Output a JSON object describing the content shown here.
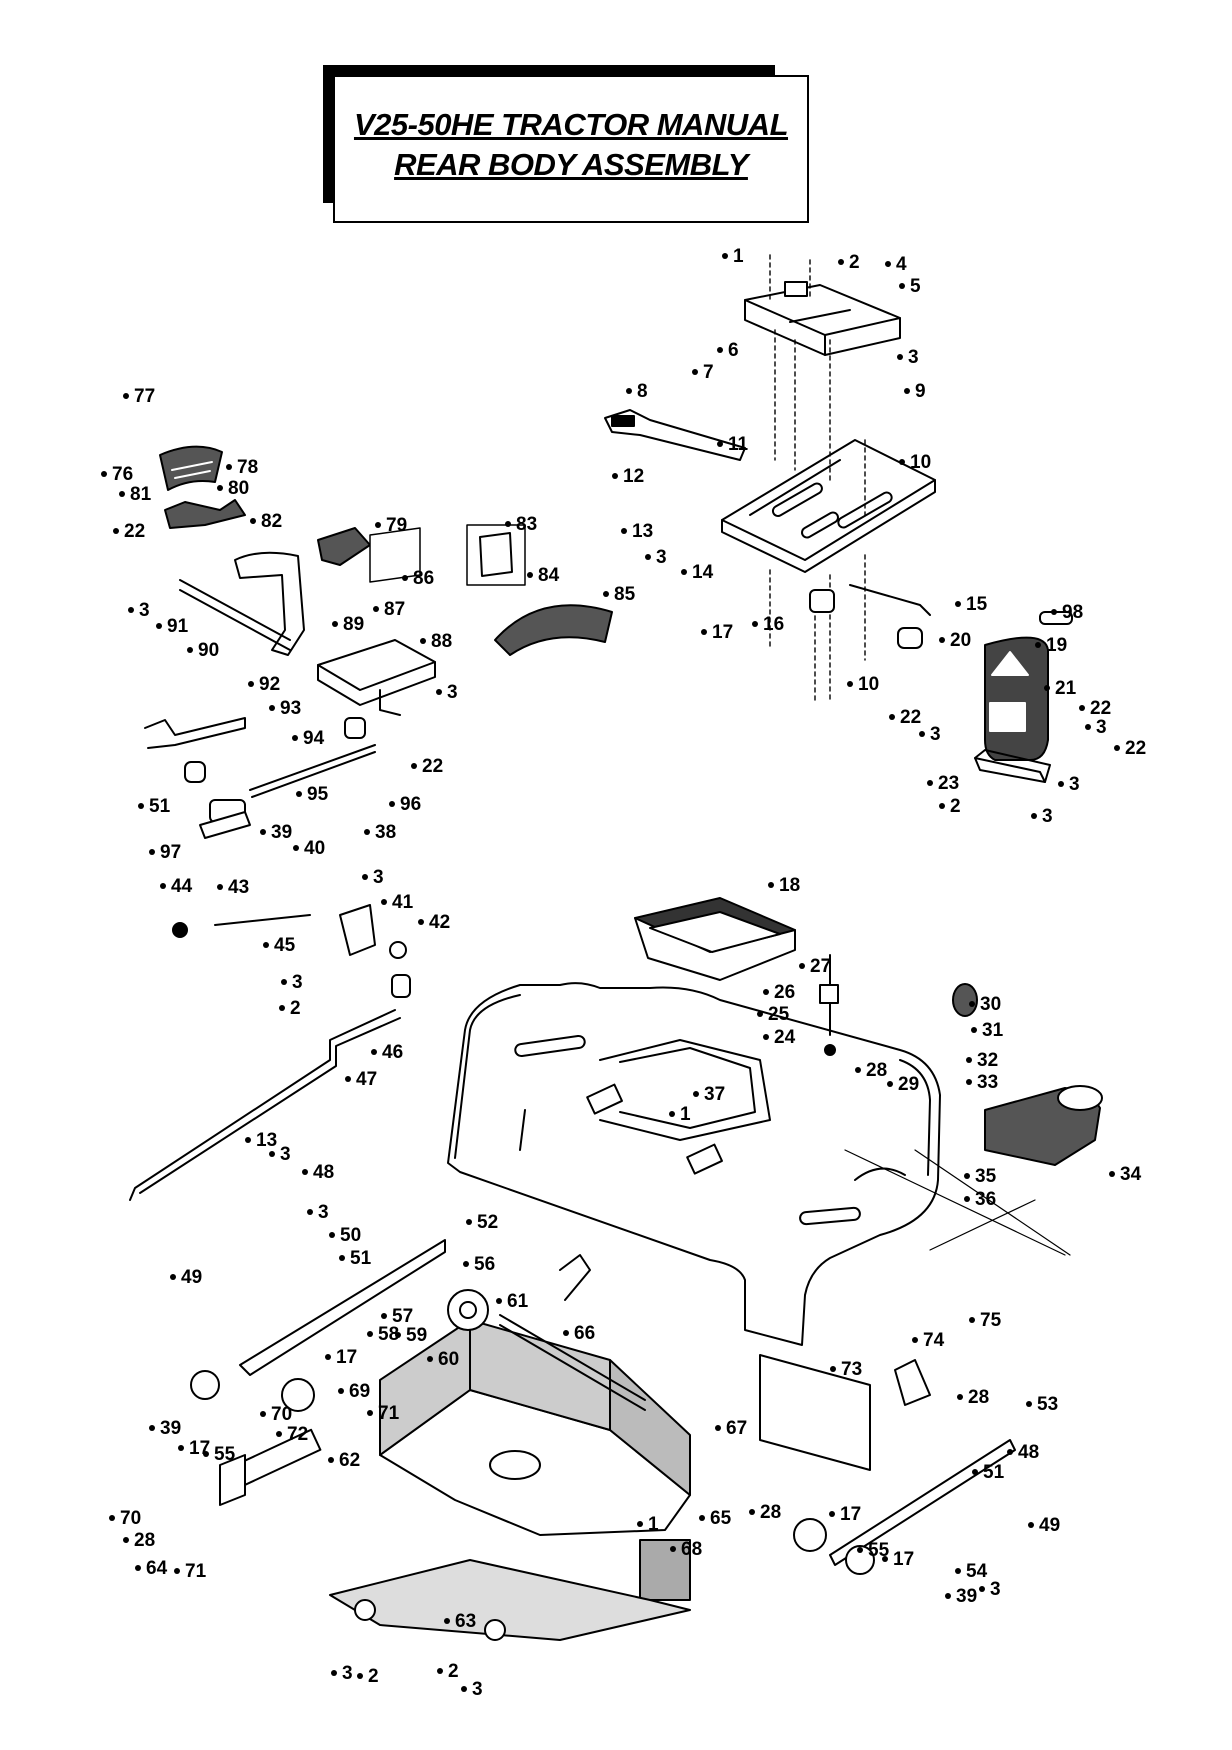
{
  "title": {
    "line1": "V25-50HE TRACTOR MANUAL",
    "line2": "REAR BODY ASSEMBLY"
  },
  "callouts": [
    {
      "id": "c1a",
      "text": "1"
    },
    {
      "id": "c2a",
      "text": "2"
    },
    {
      "id": "c4",
      "text": "4"
    },
    {
      "id": "c5",
      "text": "5"
    },
    {
      "id": "c6",
      "text": "6"
    },
    {
      "id": "c7",
      "text": "7"
    },
    {
      "id": "c3a",
      "text": "3"
    },
    {
      "id": "c8",
      "text": "8"
    },
    {
      "id": "c9",
      "text": "9"
    },
    {
      "id": "c11",
      "text": "11"
    },
    {
      "id": "c10a",
      "text": "10"
    },
    {
      "id": "c12",
      "text": "12"
    },
    {
      "id": "c13a",
      "text": "13"
    },
    {
      "id": "c3b",
      "text": "3"
    },
    {
      "id": "c14",
      "text": "14"
    },
    {
      "id": "c15",
      "text": "15"
    },
    {
      "id": "c16",
      "text": "16"
    },
    {
      "id": "c17a",
      "text": "17"
    },
    {
      "id": "c98",
      "text": "98"
    },
    {
      "id": "c20",
      "text": "20"
    },
    {
      "id": "c19",
      "text": "19"
    },
    {
      "id": "c10b",
      "text": "10"
    },
    {
      "id": "c21",
      "text": "21"
    },
    {
      "id": "c22a",
      "text": "22"
    },
    {
      "id": "c3c",
      "text": "3"
    },
    {
      "id": "c22b",
      "text": "22"
    },
    {
      "id": "c3d",
      "text": "3"
    },
    {
      "id": "c22c",
      "text": "22"
    },
    {
      "id": "c23",
      "text": "23"
    },
    {
      "id": "c3e",
      "text": "3"
    },
    {
      "id": "c2b",
      "text": "2"
    },
    {
      "id": "c3f",
      "text": "3"
    },
    {
      "id": "c77",
      "text": "77"
    },
    {
      "id": "c76",
      "text": "76"
    },
    {
      "id": "c78",
      "text": "78"
    },
    {
      "id": "c81",
      "text": "81"
    },
    {
      "id": "c80",
      "text": "80"
    },
    {
      "id": "c82",
      "text": "82"
    },
    {
      "id": "c22d",
      "text": "22"
    },
    {
      "id": "c79",
      "text": "79"
    },
    {
      "id": "c83",
      "text": "83"
    },
    {
      "id": "c84",
      "text": "84"
    },
    {
      "id": "c86",
      "text": "86"
    },
    {
      "id": "c87",
      "text": "87"
    },
    {
      "id": "c85",
      "text": "85"
    },
    {
      "id": "c3g",
      "text": "3"
    },
    {
      "id": "c91",
      "text": "91"
    },
    {
      "id": "c90",
      "text": "90"
    },
    {
      "id": "c89",
      "text": "89"
    },
    {
      "id": "c88",
      "text": "88"
    },
    {
      "id": "c92",
      "text": "92"
    },
    {
      "id": "c93",
      "text": "93"
    },
    {
      "id": "c3h",
      "text": "3"
    },
    {
      "id": "c94",
      "text": "94"
    },
    {
      "id": "c22e",
      "text": "22"
    },
    {
      "id": "c51a",
      "text": "51"
    },
    {
      "id": "c95",
      "text": "95"
    },
    {
      "id": "c96",
      "text": "96"
    },
    {
      "id": "c97",
      "text": "97"
    },
    {
      "id": "c39a",
      "text": "39"
    },
    {
      "id": "c38",
      "text": "38"
    },
    {
      "id": "c40",
      "text": "40"
    },
    {
      "id": "c3i",
      "text": "3"
    },
    {
      "id": "c44",
      "text": "44"
    },
    {
      "id": "c43",
      "text": "43"
    },
    {
      "id": "c41",
      "text": "41"
    },
    {
      "id": "c42",
      "text": "42"
    },
    {
      "id": "c45",
      "text": "45"
    },
    {
      "id": "c3j",
      "text": "3"
    },
    {
      "id": "c2c",
      "text": "2"
    },
    {
      "id": "c46",
      "text": "46"
    },
    {
      "id": "c47",
      "text": "47"
    },
    {
      "id": "c18",
      "text": "18"
    },
    {
      "id": "c27",
      "text": "27"
    },
    {
      "id": "c26",
      "text": "26"
    },
    {
      "id": "c25",
      "text": "25"
    },
    {
      "id": "c24",
      "text": "24"
    },
    {
      "id": "c30",
      "text": "30"
    },
    {
      "id": "c31",
      "text": "31"
    },
    {
      "id": "c32",
      "text": "32"
    },
    {
      "id": "c33",
      "text": "33"
    },
    {
      "id": "c28a",
      "text": "28"
    },
    {
      "id": "c29",
      "text": "29"
    },
    {
      "id": "c37",
      "text": "37"
    },
    {
      "id": "c1b",
      "text": "1"
    },
    {
      "id": "c34",
      "text": "34"
    },
    {
      "id": "c35",
      "text": "35"
    },
    {
      "id": "c36",
      "text": "36"
    },
    {
      "id": "c13b",
      "text": "13"
    },
    {
      "id": "c3k",
      "text": "3"
    },
    {
      "id": "c48a",
      "text": "48"
    },
    {
      "id": "c3l",
      "text": "3"
    },
    {
      "id": "c50",
      "text": "50"
    },
    {
      "id": "c49a",
      "text": "49"
    },
    {
      "id": "c51b",
      "text": "51"
    },
    {
      "id": "c52",
      "text": "52"
    },
    {
      "id": "c56",
      "text": "56"
    },
    {
      "id": "c61",
      "text": "61"
    },
    {
      "id": "c57",
      "text": "57"
    },
    {
      "id": "c58",
      "text": "58"
    },
    {
      "id": "c59",
      "text": "59"
    },
    {
      "id": "c60",
      "text": "60"
    },
    {
      "id": "c66",
      "text": "66"
    },
    {
      "id": "c75",
      "text": "75"
    },
    {
      "id": "c74",
      "text": "74"
    },
    {
      "id": "c28b",
      "text": "28"
    },
    {
      "id": "c73",
      "text": "73"
    },
    {
      "id": "c53",
      "text": "53"
    },
    {
      "id": "c39b",
      "text": "39"
    },
    {
      "id": "c17b",
      "text": "17"
    },
    {
      "id": "c17c",
      "text": "17"
    },
    {
      "id": "c55a",
      "text": "55"
    },
    {
      "id": "c69",
      "text": "69"
    },
    {
      "id": "c70a",
      "text": "70"
    },
    {
      "id": "c71a",
      "text": "71"
    },
    {
      "id": "c72",
      "text": "72"
    },
    {
      "id": "c62",
      "text": "62"
    },
    {
      "id": "c67",
      "text": "67"
    },
    {
      "id": "c48b",
      "text": "48"
    },
    {
      "id": "c51c",
      "text": "51"
    },
    {
      "id": "c65",
      "text": "65"
    },
    {
      "id": "c28c",
      "text": "28"
    },
    {
      "id": "c17d",
      "text": "17"
    },
    {
      "id": "c49b",
      "text": "49"
    },
    {
      "id": "c70b",
      "text": "70"
    },
    {
      "id": "c28d",
      "text": "28"
    },
    {
      "id": "c1c",
      "text": "1"
    },
    {
      "id": "c68",
      "text": "68"
    },
    {
      "id": "c64",
      "text": "64"
    },
    {
      "id": "c71b",
      "text": "71"
    },
    {
      "id": "c55b",
      "text": "55"
    },
    {
      "id": "c17e",
      "text": "17"
    },
    {
      "id": "c54",
      "text": "54"
    },
    {
      "id": "c3m",
      "text": "3"
    },
    {
      "id": "c39c",
      "text": "39"
    },
    {
      "id": "c63",
      "text": "63"
    },
    {
      "id": "c3n",
      "text": "3"
    },
    {
      "id": "c2d",
      "text": "2"
    },
    {
      "id": "c2e",
      "text": "2"
    },
    {
      "id": "c3o",
      "text": "3"
    }
  ]
}
